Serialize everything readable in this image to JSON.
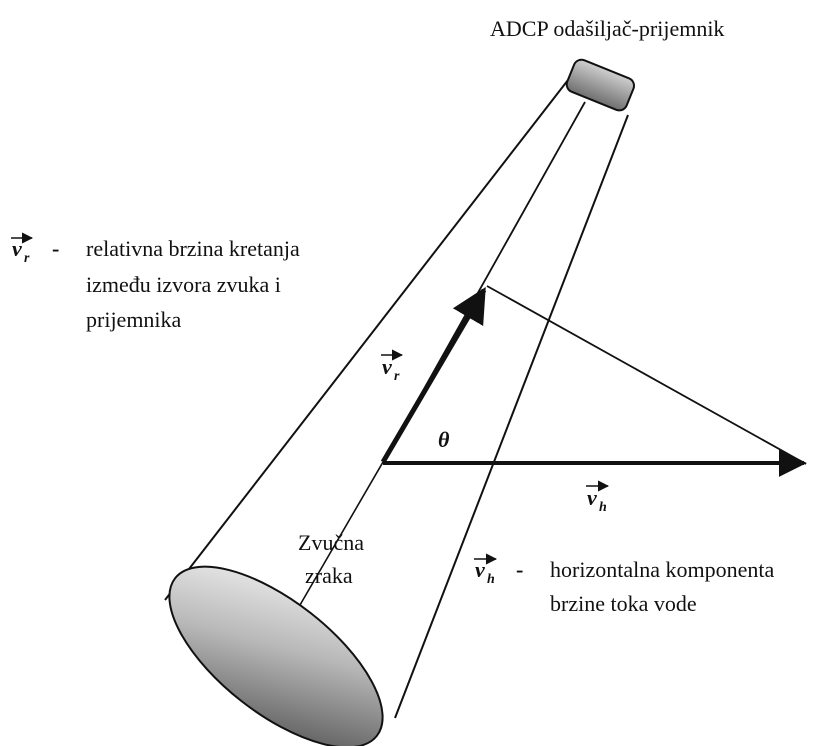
{
  "title": "ADCP odašiljač-prijemnik",
  "legend": [
    {
      "symbol_letter": "v",
      "symbol_sub": "r",
      "dash": "-",
      "lines": [
        "relativna brzina kretanja",
        "između izvora zvuka i",
        "prijemnika"
      ]
    },
    {
      "symbol_letter": "v",
      "symbol_sub": "h",
      "dash": "-",
      "lines": [
        "horizontalna komponenta",
        "brzine toka vode"
      ]
    }
  ],
  "vector_labels": {
    "vr": {
      "letter": "v",
      "sub": "r"
    },
    "vh": {
      "letter": "v",
      "sub": "h"
    }
  },
  "angle_label": "θ",
  "beam_label": [
    "Zvučna",
    "zraka"
  ],
  "colors": {
    "stroke": "#111111",
    "device": "#9a9a9a",
    "ellipse_light": "#f4f4f4",
    "ellipse_dark": "#5a5a5a"
  }
}
